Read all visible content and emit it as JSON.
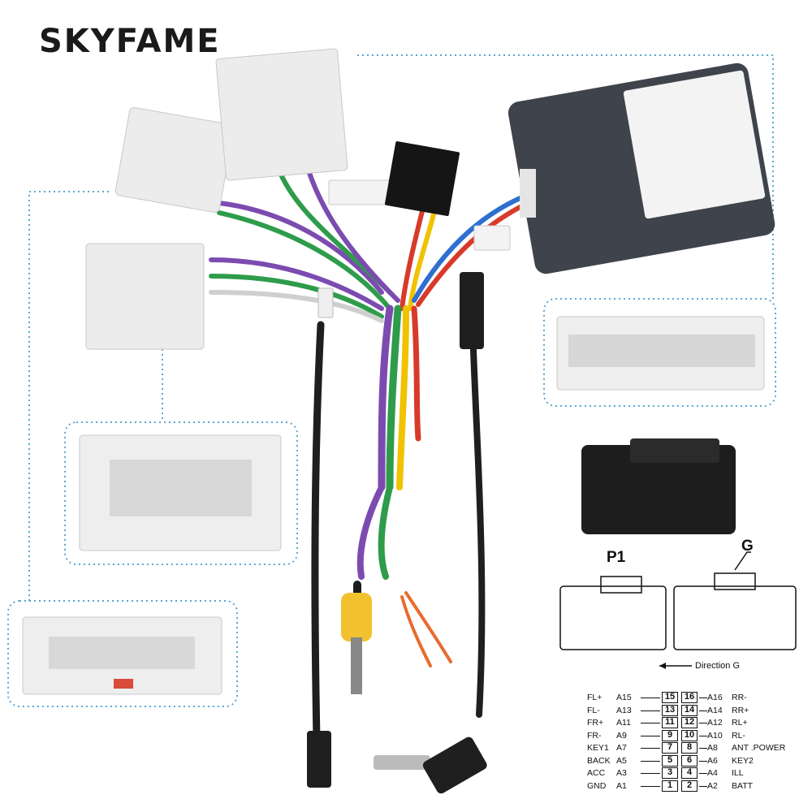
{
  "brand": "SKYFAME",
  "diagram": {
    "p1_label": "P1",
    "g_label": "G",
    "direction_label": "Direction G"
  },
  "pins": [
    {
      "lname": "FL+",
      "lcode": "A15",
      "lnum": "15",
      "rnum": "16",
      "rcode": "A16",
      "rname": "RR-"
    },
    {
      "lname": "FL-",
      "lcode": "A13",
      "lnum": "13",
      "rnum": "14",
      "rcode": "A14",
      "rname": "RR+"
    },
    {
      "lname": "FR+",
      "lcode": "A11",
      "lnum": "11",
      "rnum": "12",
      "rcode": "A12",
      "rname": "RL+"
    },
    {
      "lname": "FR-",
      "lcode": "A9",
      "lnum": "9",
      "rnum": "10",
      "rcode": "A10",
      "rname": "RL-"
    },
    {
      "lname": "KEY1",
      "lcode": "A7",
      "lnum": "7",
      "rnum": "8",
      "rcode": "A8",
      "rname": "ANT .POWER"
    },
    {
      "lname": "BACK",
      "lcode": "A5",
      "lnum": "5",
      "rnum": "6",
      "rcode": "A6",
      "rname": "KEY2"
    },
    {
      "lname": "ACC",
      "lcode": "A3",
      "lnum": "3",
      "rnum": "4",
      "rcode": "A4",
      "rname": "ILL"
    },
    {
      "lname": "GND",
      "lcode": "A1",
      "lnum": "1",
      "rnum": "2",
      "rcode": "A2",
      "rname": "BATT"
    }
  ],
  "colors": {
    "callout_border": "#5aa7d6",
    "connector_white": "#ececec",
    "box_body": "#3f434c",
    "rca_yellow": "#f2c12e"
  }
}
